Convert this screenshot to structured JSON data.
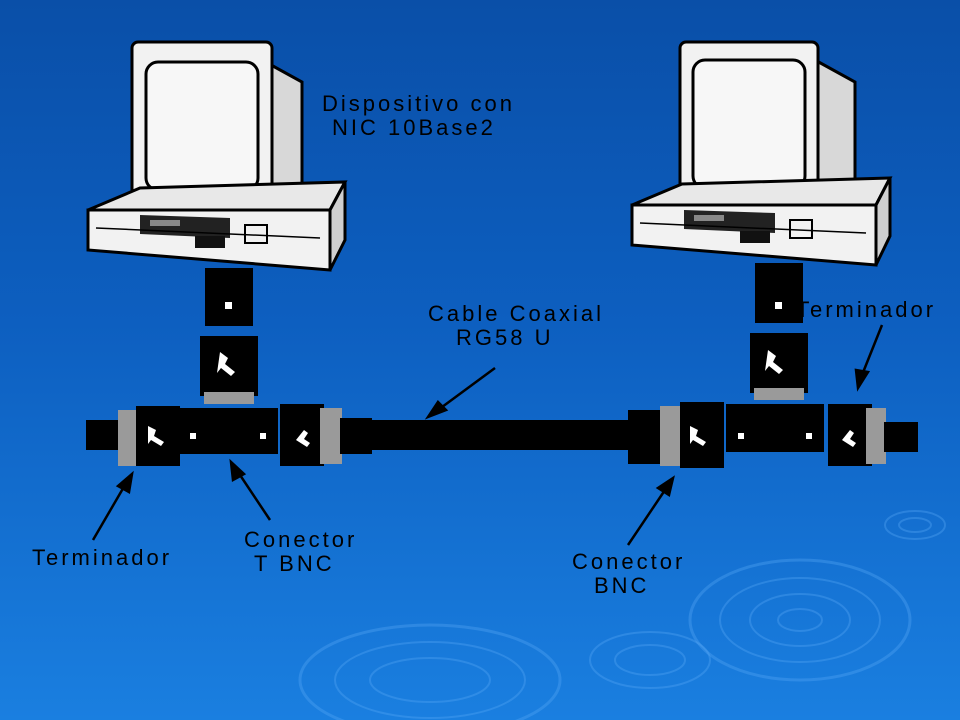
{
  "diagram": {
    "device_label": {
      "line1": "Dispositivo con",
      "line2": "NIC 10Base2"
    },
    "cable_label": {
      "line1": "Cable Coaxial",
      "line2": "RG58 U"
    },
    "terminator_left_label": "Terminador",
    "terminator_right_label": "Terminador",
    "t_connector_label": {
      "line1": "Conector",
      "line2": "T BNC"
    },
    "bnc_connector_label": {
      "line1": "Conector",
      "line2": "BNC"
    }
  },
  "colors": {
    "background_top": "#0a4fa8",
    "background_bottom": "#1a7fe0",
    "computer_body": "#f2f2f2",
    "cable": "#000000",
    "connector_band": "#9a9a9a",
    "label_text": "#000000"
  }
}
